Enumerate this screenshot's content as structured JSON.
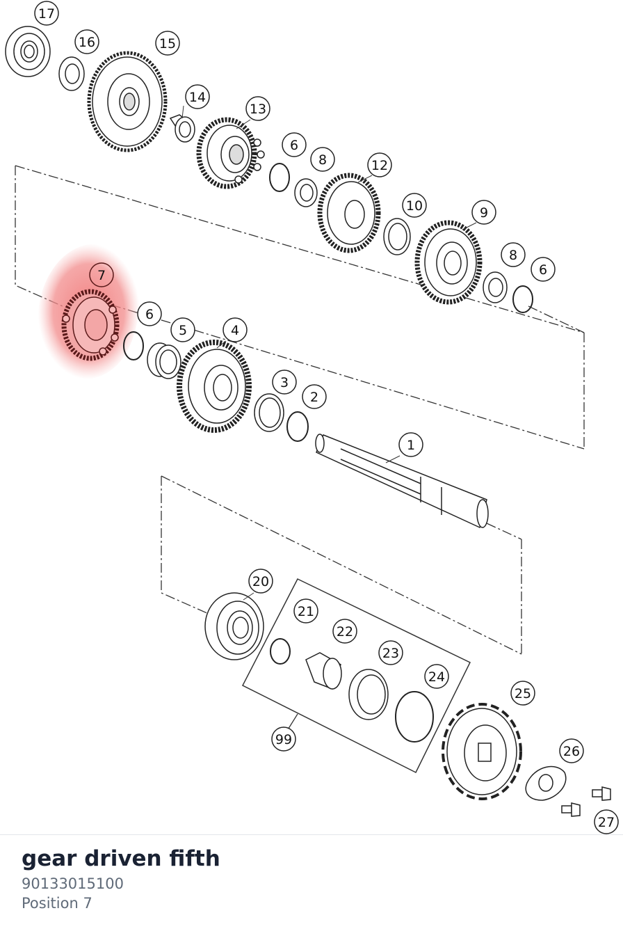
{
  "selected_part": {
    "name": "gear driven fifth",
    "part_number": "90133015100",
    "position_text": "Position 7",
    "highlight_color": "#f08080"
  },
  "callouts": [
    "17",
    "16",
    "15",
    "14",
    "13",
    "6",
    "8",
    "12",
    "10",
    "9",
    "8",
    "6",
    "7",
    "6",
    "5",
    "4",
    "3",
    "2",
    "1",
    "20",
    "21",
    "22",
    "23",
    "24",
    "25",
    "99",
    "26",
    "27"
  ]
}
